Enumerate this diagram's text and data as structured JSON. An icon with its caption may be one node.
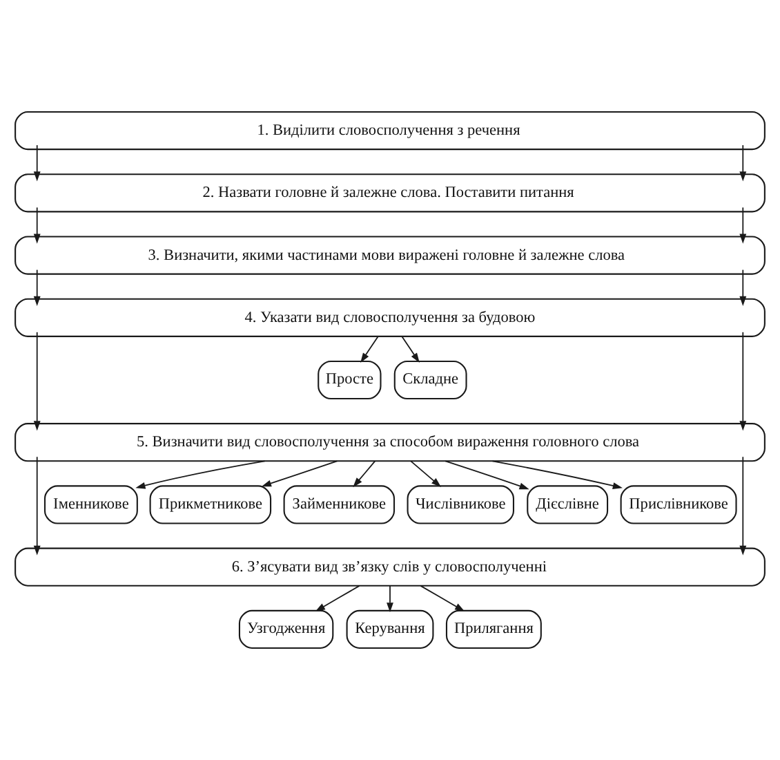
{
  "diagram": {
    "nodes": [
      {
        "text": [
          "1. Виділити словосполучення з речення"
        ]
      },
      {
        "text": [
          "2. Назвати головне й залежне слова. Поставити питання"
        ]
      },
      {
        "text": [
          "3. Визначити, якими частинами мови виражені головне й залежне слова"
        ]
      },
      {
        "text": [
          "4. Указати вид словосполучення за будовою"
        ]
      },
      {
        "text": [
          "Просте"
        ]
      },
      {
        "text": [
          "Складне"
        ]
      },
      {
        "text": [
          "5. Визначити вид словосполучення за способом вираження головного слова"
        ]
      },
      {
        "text": [
          "Іменникове"
        ]
      },
      {
        "text": [
          "Прикметникове"
        ]
      },
      {
        "text": [
          "Займенникове"
        ]
      },
      {
        "text": [
          "Числівникове"
        ]
      },
      {
        "text": [
          "Дієслівне"
        ]
      },
      {
        "text": [
          "Прислівникове"
        ]
      },
      {
        "text": [
          "6. З’ясувати вид зв’язку слів у словосполученні"
        ]
      },
      {
        "text": [
          "Узгодження"
        ]
      },
      {
        "text": [
          "Керування"
        ]
      },
      {
        "text": [
          "Прилягання"
        ]
      }
    ],
    "edges": [
      {
        "from": 0,
        "to": 1,
        "arrow": "to"
      },
      {
        "from": 0,
        "to": 1,
        "arrow": "to"
      },
      {
        "from": 1,
        "to": 2,
        "arrow": "to"
      },
      {
        "from": 1,
        "to": 2,
        "arrow": "to"
      },
      {
        "from": 2,
        "to": 3,
        "arrow": "to"
      },
      {
        "from": 2,
        "to": 3,
        "arrow": "to"
      },
      {
        "from": 3,
        "to": 6,
        "arrow": "to"
      },
      {
        "from": 3,
        "to": 4,
        "arrow": "to"
      },
      {
        "from": 3,
        "to": 5,
        "arrow": "to"
      },
      {
        "from": 3,
        "to": 6,
        "arrow": "to"
      },
      {
        "from": 6,
        "to": 13,
        "arrow": "to"
      },
      {
        "from": 6,
        "to": 7,
        "arrow": "to"
      },
      {
        "from": 6,
        "to": 8,
        "arrow": "to"
      },
      {
        "from": 6,
        "to": 9,
        "arrow": "to"
      },
      {
        "from": 6,
        "to": 10,
        "arrow": "to"
      },
      {
        "from": 6,
        "to": 11,
        "arrow": "to"
      },
      {
        "from": 6,
        "to": 12,
        "arrow": "to"
      },
      {
        "from": 6,
        "to": 13,
        "arrow": "to"
      },
      {
        "from": 13,
        "to": 14,
        "arrow": "to"
      },
      {
        "from": 13,
        "to": 15,
        "arrow": "to"
      },
      {
        "from": 13,
        "to": 16,
        "arrow": "to"
      }
    ]
  }
}
